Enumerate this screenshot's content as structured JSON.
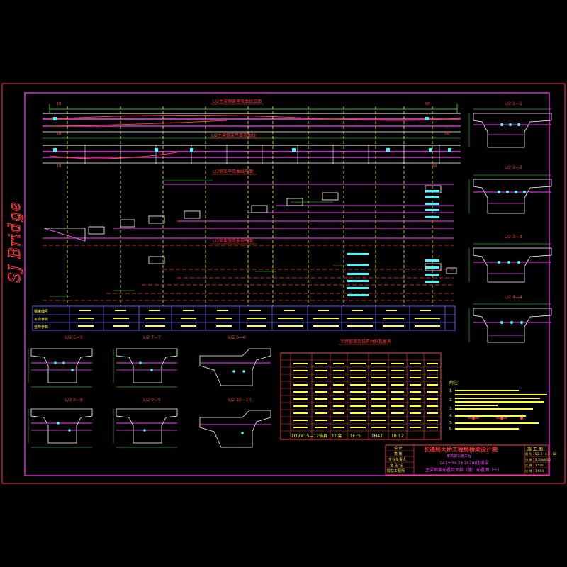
{
  "watermark": "SJ Bridge",
  "colors": {
    "frame": "#ff3b3b",
    "inner": "#ff3bff",
    "line": "#ffffff",
    "rebar": "#ff3bff",
    "dim": "#3bff3b",
    "text": "#ffff3b",
    "cyan": "#3bffff",
    "blue": "#5a5aff",
    "grid": "#d04040"
  },
  "main_view": {
    "title_1": "L/2主梁钢束竖弯曲线立面",
    "title_2": "L/2主梁钢束平面弯曲线",
    "title_3": "L/2钢束平弯曲线平面",
    "title_4": "L/2钢束竖弯曲线平面",
    "left_marks": [
      "10",
      "10",
      "10"
    ],
    "right_marks": [
      "60",
      "60",
      "60"
    ]
  },
  "bottom_table": {
    "title": "钢束弯曲曲线要素表",
    "row_labels": [
      "钢束编号",
      "平弯参数",
      "竖弯参数"
    ]
  },
  "sections": [
    {
      "label": "L/2 1—1"
    },
    {
      "label": "L/2 2—2"
    },
    {
      "label": "L/2 3—3"
    },
    {
      "label": "L/2 4—4"
    },
    {
      "label": "L/2 5—5"
    },
    {
      "label": "L/2 7—7"
    },
    {
      "label": "L/2 6—6"
    },
    {
      "label": "L/2 8—8"
    },
    {
      "label": "L/2 9—9"
    },
    {
      "label": "L/2 10—10"
    }
  ],
  "material_table": {
    "title": "半跨钢束及锚具材料数量表",
    "total_row": [
      "ΣOVM15—12锚具",
      "32 套",
      "ΣF75",
      "ΣH47",
      "ΣB 12"
    ]
  },
  "notes": {
    "title": "附注：",
    "items": [
      "1.",
      "2.",
      "3.",
      "4.",
      "5.",
      "6."
    ]
  },
  "title_block": {
    "company": "长通局大桥工程局桥梁设计院",
    "project_line1": "某高速公路工程",
    "project_line2": "147+3×3+147m连续梁",
    "drawing_title": "主梁钢束布置及大样（腹）布置图（一）",
    "stage": "施 工 图",
    "left_roles": [
      "设 计",
      "复 核",
      "专业负责人",
      "室 主 任",
      "院总工程师"
    ],
    "right_labels": [
      "图 号",
      "日 期",
      "比 例",
      "比 例"
    ],
    "right_values": [
      "SJ2.3—4.3—10",
      "2.10年03月",
      "1:500",
      "1:50.0"
    ]
  }
}
